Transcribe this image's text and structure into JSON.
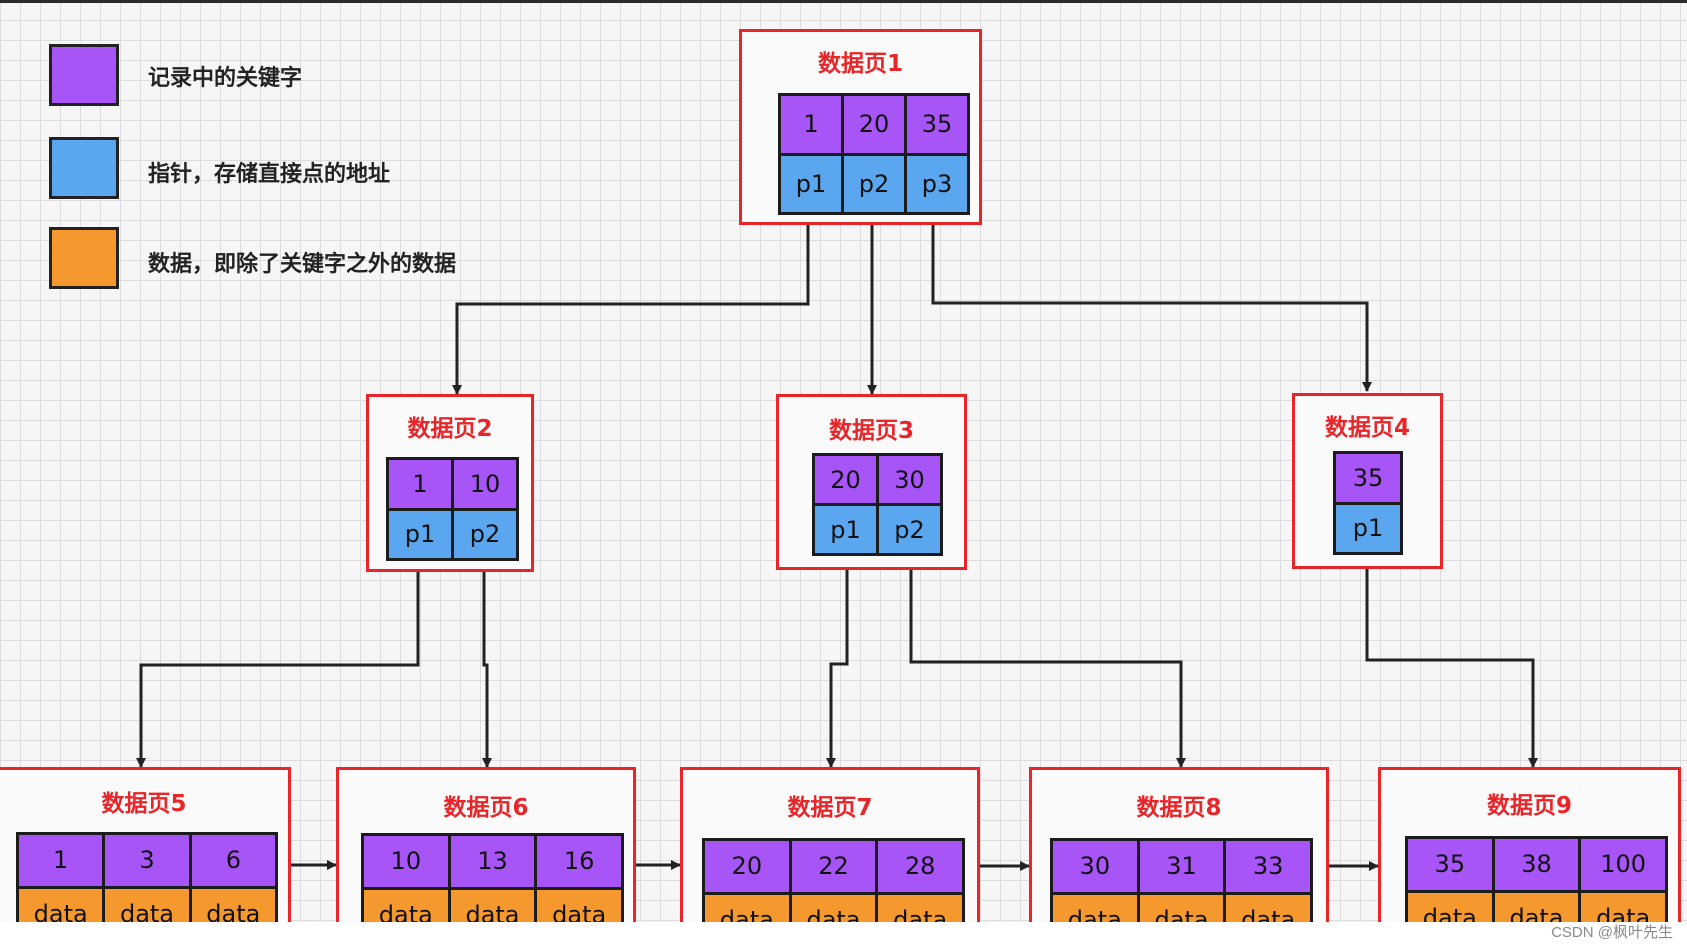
{
  "legend": [
    {
      "label": "记录中的关键字",
      "color": "#a855f7"
    },
    {
      "label": "指针，存储直接点的地址",
      "color": "#5aa7ef"
    },
    {
      "label": "数据，即除了关键字之外的数据",
      "color": "#f5992f"
    }
  ],
  "pages": {
    "p1": {
      "title": "数据页1",
      "keys": [
        "1",
        "20",
        "35"
      ],
      "ptrs": [
        "p1",
        "p2",
        "p3"
      ]
    },
    "p2": {
      "title": "数据页2",
      "keys": [
        "1",
        "10"
      ],
      "ptrs": [
        "p1",
        "p2"
      ]
    },
    "p3": {
      "title": "数据页3",
      "keys": [
        "20",
        "30"
      ],
      "ptrs": [
        "p1",
        "p2"
      ]
    },
    "p4": {
      "title": "数据页4",
      "keys": [
        "35"
      ],
      "ptrs": [
        "p1"
      ]
    },
    "p5": {
      "title": "数据页5",
      "keys": [
        "1",
        "3",
        "6"
      ],
      "data": [
        "data",
        "data",
        "data"
      ]
    },
    "p6": {
      "title": "数据页6",
      "keys": [
        "10",
        "13",
        "16"
      ],
      "data": [
        "data",
        "data",
        "data"
      ]
    },
    "p7": {
      "title": "数据页7",
      "keys": [
        "20",
        "22",
        "28"
      ],
      "data": [
        "data",
        "data",
        "data"
      ]
    },
    "p8": {
      "title": "数据页8",
      "keys": [
        "30",
        "31",
        "33"
      ],
      "data": [
        "data",
        "data",
        "data"
      ]
    },
    "p9": {
      "title": "数据页9",
      "keys": [
        "35",
        "38",
        "100"
      ],
      "data": [
        "data",
        "data",
        "data"
      ]
    }
  },
  "watermark": "CSDN @枫叶先生"
}
